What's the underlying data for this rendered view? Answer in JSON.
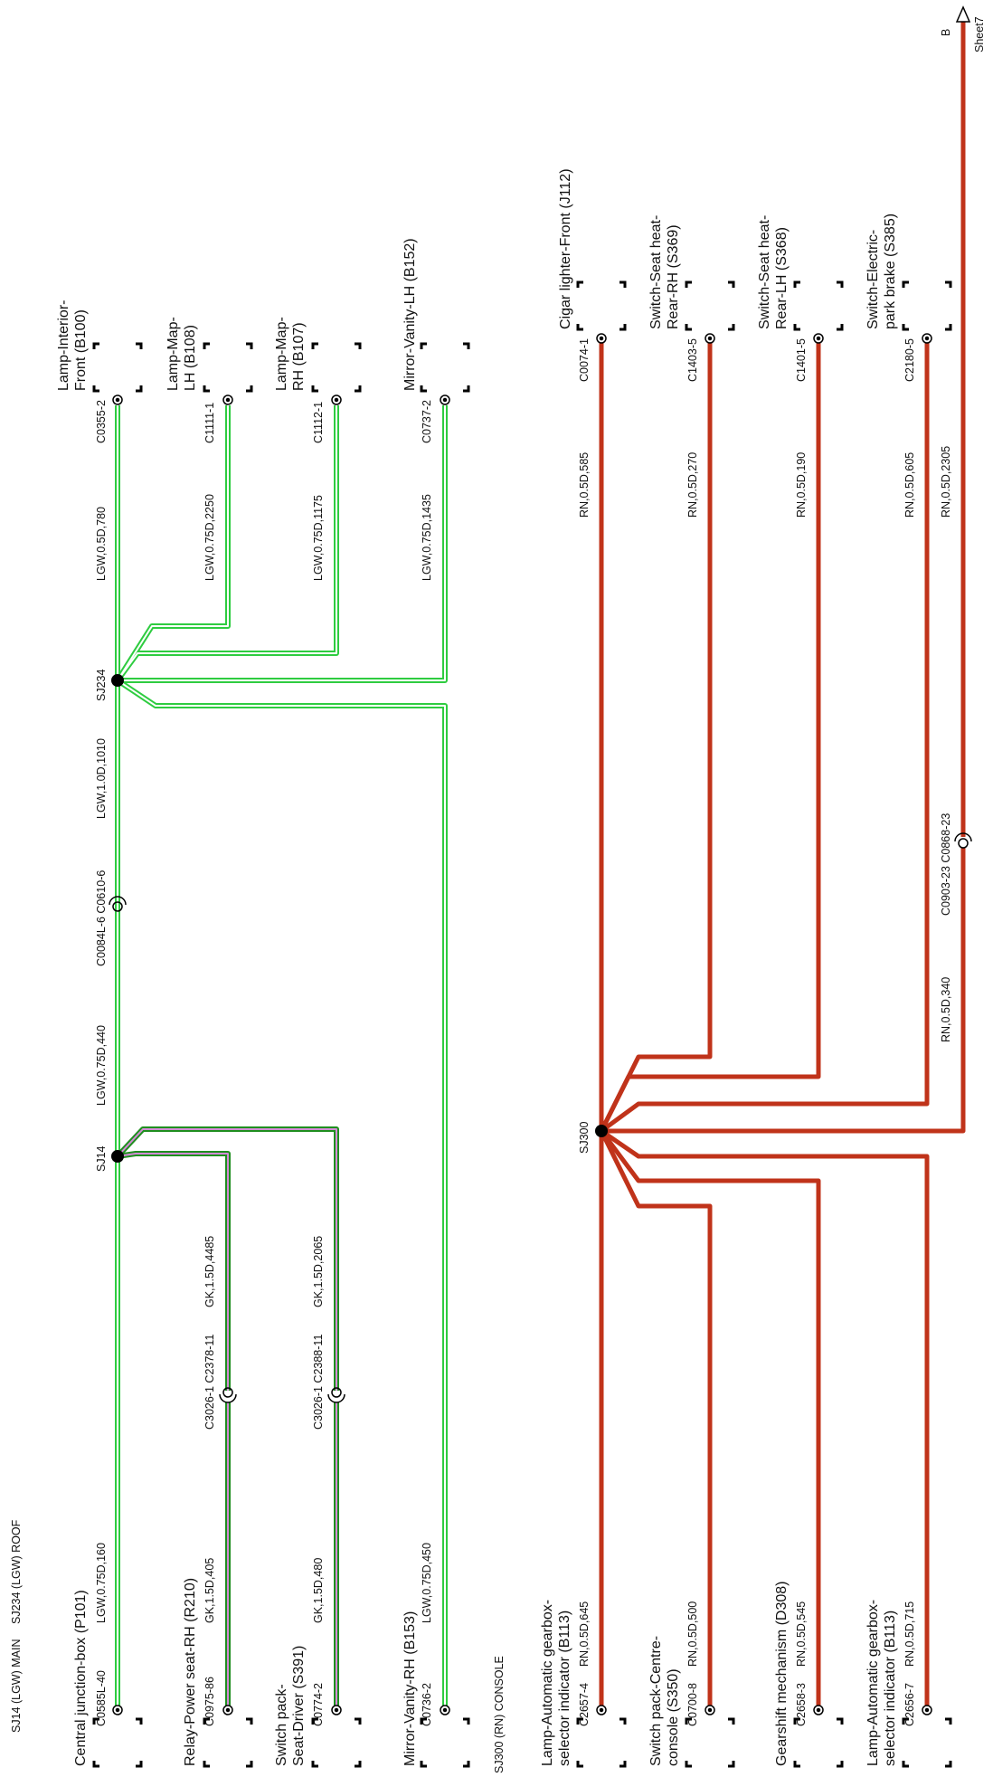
{
  "colors": {
    "lgw_wire": "#2ecc40",
    "gk_wire_outer": "#1f8f1f",
    "gk_wire_inner": "#d48bd6",
    "rn_wire": "#c0331a",
    "splice": "#000000",
    "connector_box": "#000000"
  },
  "legend": {
    "sj14": "SJ14 (LGW) MAIN",
    "sj234": "SJ234 (LGW) ROOF",
    "sj300": "SJ300 (RN) CONSOLE"
  },
  "splices": {
    "sj234": "SJ234",
    "sj14": "SJ14",
    "sj300": "SJ300"
  },
  "offsheet": {
    "letter": "B",
    "sheet": "Sheet7"
  },
  "components": {
    "lamp_interior_front": {
      "line1": "Lamp-Interior-",
      "line2": "Front (B100)"
    },
    "lamp_map_lh": {
      "line1": "Lamp-Map-",
      "line2": "LH (B108)"
    },
    "lamp_map_rh": {
      "line1": "Lamp-Map-",
      "line2": "RH (B107)"
    },
    "mirror_vanity_lh": {
      "line1": "Mirror-Vanity-LH (B152)"
    },
    "cigar_lighter": {
      "line1": "Cigar lighter-Front (J112)"
    },
    "seat_heat_rear_rh": {
      "line1": "Switch-Seat heat-",
      "line2": "Rear-RH (S369)"
    },
    "seat_heat_rear_lh": {
      "line1": "Switch-Seat heat-",
      "line2": "Rear-LH (S368)"
    },
    "park_brake_switch": {
      "line1": "Switch-Electric-",
      "line2": "park brake (S385)"
    },
    "central_junction_box": {
      "line1": "Central junction-box (P101)"
    },
    "relay_power_seat_rh": {
      "line1": "Relay-Power seat-RH (R210)"
    },
    "switch_pack_seat_driver": {
      "line1": "Switch pack-",
      "line2": "Seat-Driver (S391)"
    },
    "mirror_vanity_rh": {
      "line1": "Mirror-Vanity-RH (B153)"
    },
    "lamp_gearbox_b113_a": {
      "line1": "Lamp-Automatic gearbox-",
      "line2": "selector indicator (B113)"
    },
    "switch_pack_centre_console": {
      "line1": "Switch pack-Centre-",
      "line2": "console (S350)"
    },
    "gearshift_mechanism": {
      "line1": "Gearshift mechanism (D308)"
    },
    "lamp_gearbox_b113_b": {
      "line1": "Lamp-Automatic gearbox-",
      "line2": "selector indicator (B113)"
    }
  },
  "connectors": {
    "c0355_2": "C0355-2",
    "c1111_1": "C1111-1",
    "c1112_1": "C1112-1",
    "c0737_2": "C0737-2",
    "c0074_1": "C0074-1",
    "c1403_5": "C1403-5",
    "c1401_5": "C1401-5",
    "c2180_5": "C2180-5",
    "c0585l_40": "C0585L-40",
    "c0975_86": "C0975-86",
    "c0774_2": "C0774-2",
    "c0736_2": "C0736-2",
    "c2657_4": "C2657-4",
    "c0700_8": "C0700-8",
    "c2658_3": "C2658-3",
    "c2656_7": "C2656-7",
    "c0084l_c0610": "C0084L-6 C0610-6",
    "c3026_c2378": "C3026-1 C2378-11",
    "c3026_c2388": "C3026-1 C2388-11",
    "c0903_c0868": "C0903-23 C0868-23"
  },
  "wires": {
    "w_front_b100": "LGW,0.5D,780",
    "w_map_lh": "LGW,0.75D,2250",
    "w_map_rh": "LGW,0.75D,1175",
    "w_vanity_lh": "LGW,0.75D,1435",
    "w_sj234_c0610": "LGW,1.0D,1010",
    "w_c0610_sj14": "LGW,0.75D,440",
    "w_cjb": "LGW,0.75D,160",
    "w_gk_4485": "GK,1.5D,4485",
    "w_gk_2065": "GK,1.5D,2065",
    "w_gk_405": "GK,1.5D,405",
    "w_gk_480": "GK,1.5D,480",
    "w_vanity_rh": "LGW,0.75D,450",
    "w_cigar": "RN,0.5D,585",
    "w_seat_rh": "RN,0.5D,270",
    "w_seat_lh": "RN,0.5D,190",
    "w_parkbrake": "RN,0.5D,605",
    "w_2305": "RN,0.5D,2305",
    "w_340": "RN,0.5D,340",
    "w_645": "RN,0.5D,645",
    "w_500": "RN,0.5D,500",
    "w_545": "RN,0.5D,545",
    "w_715": "RN,0.5D,715"
  }
}
